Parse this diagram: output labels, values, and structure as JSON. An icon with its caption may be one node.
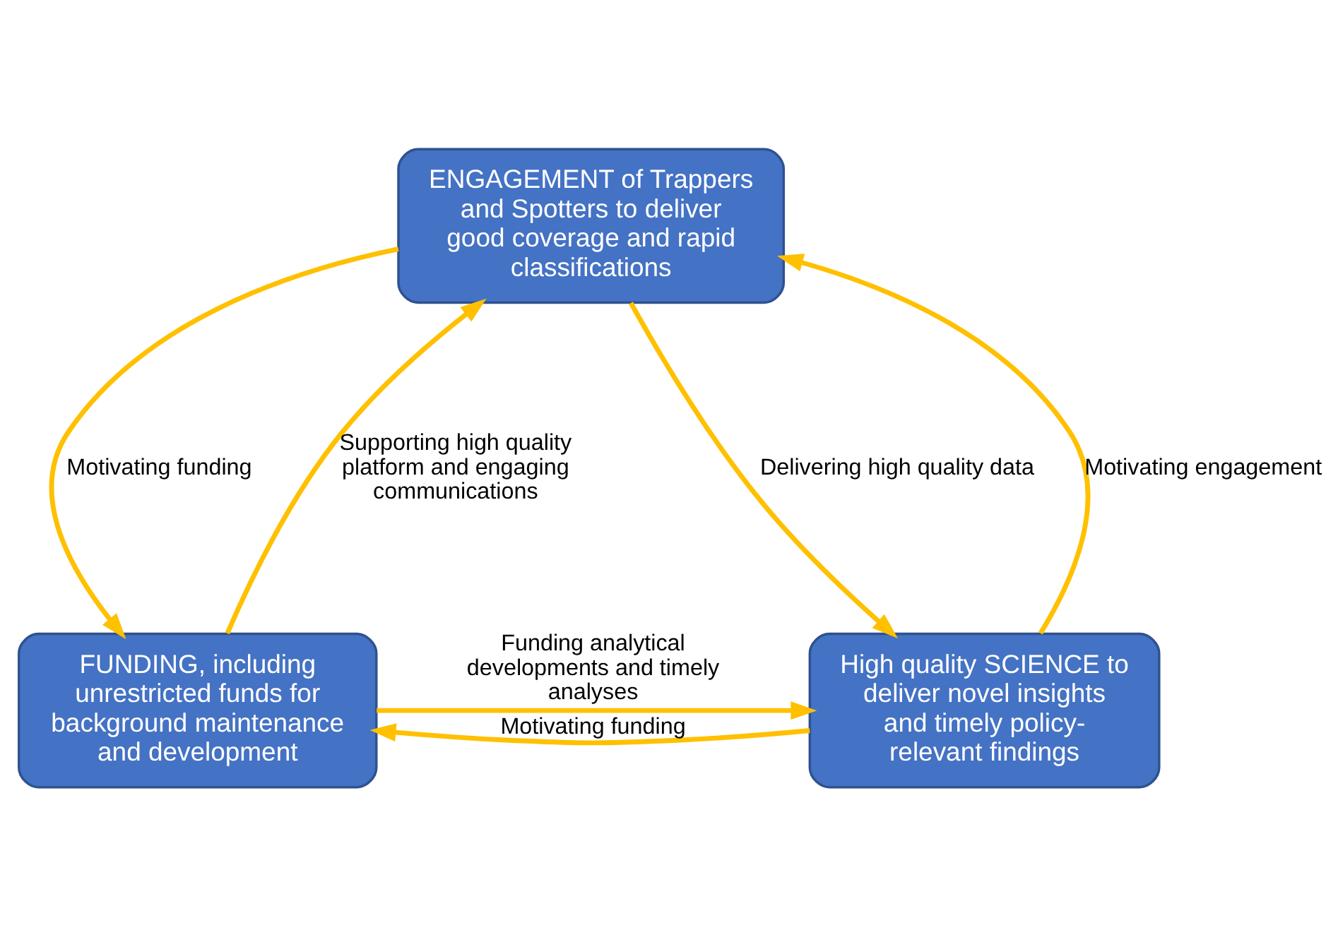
{
  "diagram": {
    "nodes": [
      {
        "text": [
          "ENGAGEMENT of Trappers and Spotters to deliver good coverage and rapid classifications"
        ]
      },
      {
        "text": [
          "FUNDING, including unrestricted funds for background maintenance and development"
        ]
      },
      {
        "text": [
          "High quality SCIENCE to deliver novel insights and timely policy-relevant findings"
        ]
      }
    ],
    "edges": [
      {
        "from": 1,
        "to": 0,
        "arrow": "to",
        "label": "Supporting high quality platform and engaging communications"
      },
      {
        "from": 0,
        "to": 1,
        "arrow": "to",
        "label": "Motivating funding"
      },
      {
        "from": 0,
        "to": 2,
        "arrow": "to",
        "label": "Delivering high quality data"
      },
      {
        "from": 2,
        "to": 0,
        "arrow": "to",
        "label": "Motivating engagement"
      },
      {
        "from": 1,
        "to": 2,
        "arrow": "to",
        "label": "Funding analytical developments and timely analyses"
      },
      {
        "from": 2,
        "to": 1,
        "arrow": "to",
        "label": "Motivating funding"
      }
    ]
  }
}
